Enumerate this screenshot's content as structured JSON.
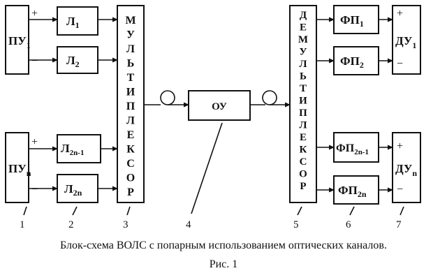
{
  "blocks": {
    "pu1": {
      "main": "ПУ",
      "sub": "1"
    },
    "pun": {
      "main": "ПУ",
      "sub": "n"
    },
    "l1": {
      "main": "Л",
      "sub": "1"
    },
    "l2": {
      "main": "Л",
      "sub": "2"
    },
    "l2n1": {
      "main": "Л",
      "sub": "2n-1"
    },
    "l2n": {
      "main": "Л",
      "sub": "2n"
    },
    "mux": "МУЛЬТИПЛЕКСОР",
    "ou": "ОУ",
    "demux": "ДЕМУЛЬТИПЛЕКСОР",
    "fp1": {
      "main": "ФП",
      "sub": "1"
    },
    "fp2": {
      "main": "ФП",
      "sub": "2"
    },
    "fp2n1": {
      "main": "ФП",
      "sub": "2n-1"
    },
    "fp2n": {
      "main": "ФП",
      "sub": "2n"
    },
    "du1": {
      "main": "ДУ",
      "sub": "1"
    },
    "dun": {
      "main": "ДУ",
      "sub": "n"
    }
  },
  "signs": {
    "plus": "+",
    "minus": "−"
  },
  "numbers": [
    "1",
    "2",
    "3",
    "4",
    "5",
    "6",
    "7"
  ],
  "caption": "Блок-схема ВОЛС с попарным использованием оптических каналов.",
  "figure_label": "Рис. 1"
}
